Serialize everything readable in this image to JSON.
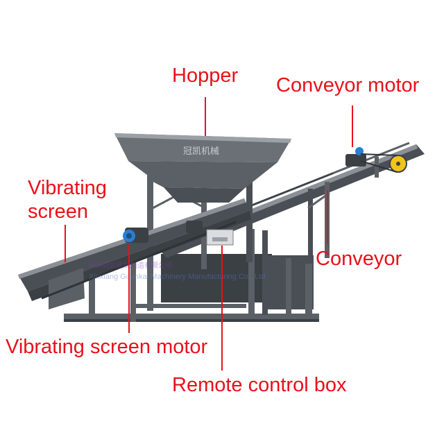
{
  "colors": {
    "label": "#e8101a",
    "frame": "#5b6066",
    "frame_dark": "#3b4045",
    "frame_light": "#8a9096",
    "screen_deck": "#4a4f55",
    "motor_blue": "#2a7fd0",
    "pulley_yellow": "#f0c419"
  },
  "labels": {
    "hopper": "Hopper",
    "conveyor_motor": "Conveyor motor",
    "vibrating_screen_line1": "Vibrating",
    "vibrating_screen_line2": "screen",
    "conveyor": "Conveyor",
    "vibrating_screen_motor": "Vibrating screen motor",
    "remote_control_box": "Remote control box"
  },
  "machine": {
    "hopper_brand": "冠凯机械",
    "watermark_cn": "新乡冠凯机械制造有限公司",
    "watermark_en": "Xinxiang Guankai Machinery Manufacturing Co., Ltd"
  }
}
